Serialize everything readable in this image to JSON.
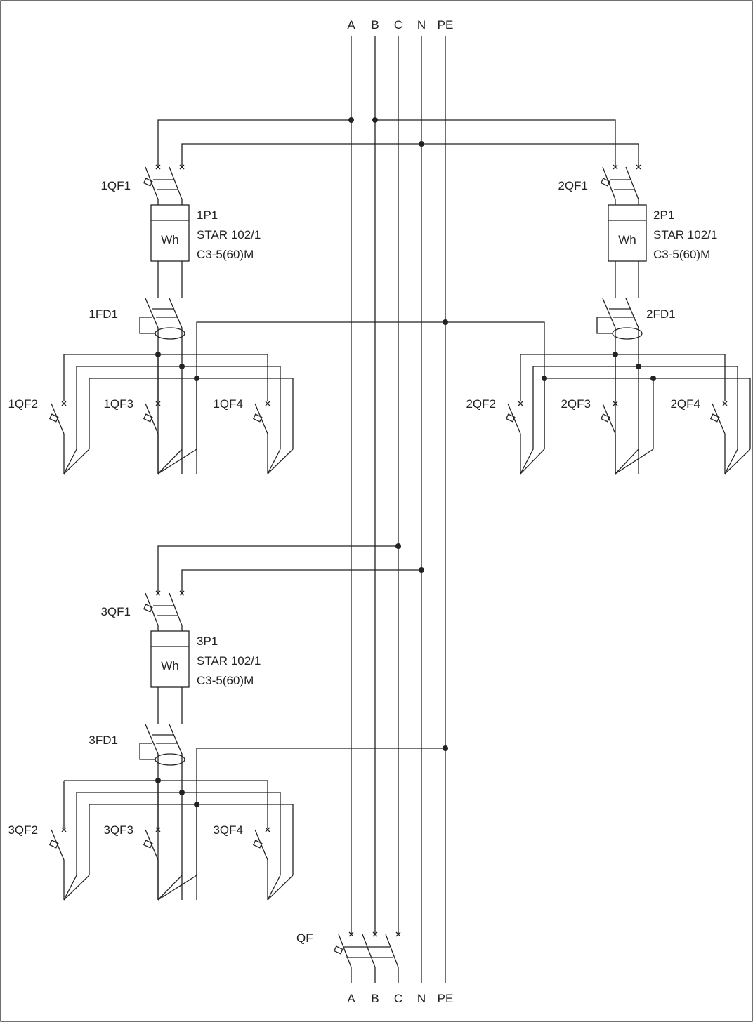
{
  "buses_top": [
    "A",
    "B",
    "C",
    "N",
    "PE"
  ],
  "buses_bottom": [
    "A",
    "B",
    "C",
    "N",
    "PE"
  ],
  "main_breaker": "QF",
  "units": [
    {
      "breaker": "1QF1",
      "meter_id": "1P1",
      "meter_model": "STAR 102/1",
      "meter_rating": "C3-5(60)M",
      "meter_symbol": "Wh",
      "rcd": "1FD1",
      "outputs": [
        "1QF2",
        "1QF3",
        "1QF4"
      ]
    },
    {
      "breaker": "2QF1",
      "meter_id": "2P1",
      "meter_model": "STAR 102/1",
      "meter_rating": "C3-5(60)M",
      "meter_symbol": "Wh",
      "rcd": "2FD1",
      "outputs": [
        "2QF2",
        "2QF3",
        "2QF4"
      ]
    },
    {
      "breaker": "3QF1",
      "meter_id": "3P1",
      "meter_model": "STAR 102/1",
      "meter_rating": "C3-5(60)M",
      "meter_symbol": "Wh",
      "rcd": "3FD1",
      "outputs": [
        "3QF2",
        "3QF3",
        "3QF4"
      ]
    }
  ]
}
